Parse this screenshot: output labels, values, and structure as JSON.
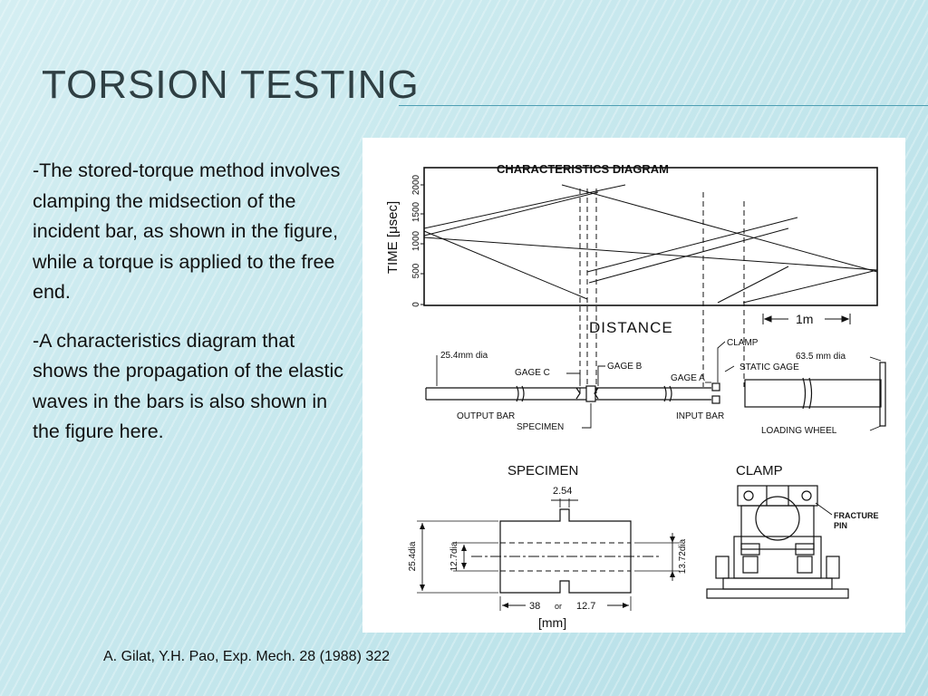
{
  "slide": {
    "title": "TORSION TESTING",
    "paragraphs": [
      "-The stored-torque method involves clamping the midsection of the incident bar, as shown in the figure, while a torque is applied to the free end.",
      "-A characteristics diagram that shows the propagation of the elastic waves in the bars is also shown in the figure here."
    ],
    "citation": "A. Gilat, Y.H. Pao, Exp. Mech. 28 (1988) 322",
    "colors": {
      "background": "#c8e8ee",
      "title": "#2f3f43",
      "rule": "#4f9fb3"
    }
  },
  "figure": {
    "diagram_title": "CHARACTERISTICS DIAGRAM",
    "time_axis_label": "TIME [μsec]",
    "time_ticks": [
      "0",
      "500",
      "1000",
      "1500",
      "2000"
    ],
    "distance_label": "DISTANCE",
    "scale_label": "1m",
    "bar_labels": {
      "output_dia": "25.4mm dia",
      "gage_c": "GAGE C",
      "gage_b": "GAGE B",
      "gage_a": "GAGE A",
      "clamp": "CLAMP",
      "static_gage": "STATIC GAGE",
      "loading_dia": "63.5 mm dia",
      "output_bar": "OUTPUT BAR",
      "specimen": "SPECIMEN",
      "input_bar": "INPUT BAR",
      "loading_wheel": "LOADING WHEEL"
    },
    "specimen": {
      "title": "SPECIMEN",
      "gap": "2.54",
      "dia_outer": "25.4dia",
      "dia_inner": "12.7dia",
      "dia_right": "13.72dia",
      "length_a": "38",
      "length_or": "or",
      "length_b": "12.7",
      "units": "[mm]"
    },
    "clamp": {
      "title": "CLAMP",
      "fracture_pin_1": "FRACTURE",
      "fracture_pin_2": "PIN"
    }
  }
}
